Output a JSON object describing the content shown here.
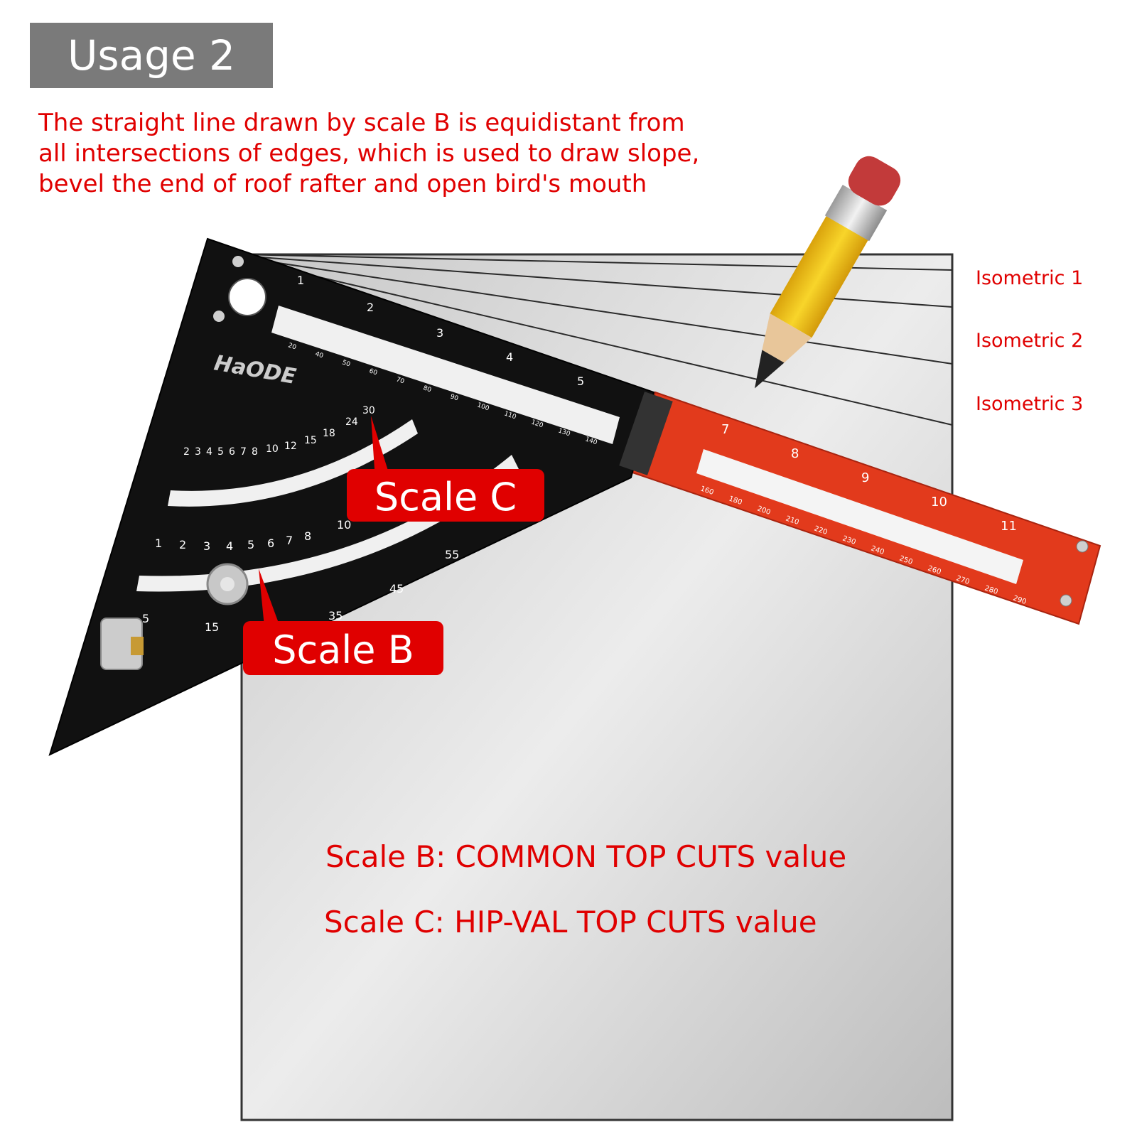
{
  "badge": {
    "label": "Usage 2"
  },
  "description": {
    "line1": "The straight line drawn by scale B is equidistant from",
    "line2": "all intersections of edges, which is used to draw slope,",
    "line3": "bevel the end of roof rafter and open bird's mouth"
  },
  "isometric_labels": [
    "Isometric 1",
    "Isometric 2",
    "Isometric 3"
  ],
  "callouts": {
    "scale_c": "Scale C",
    "scale_b": "Scale B"
  },
  "tool": {
    "brand": "HaODE",
    "scale_c_ticks": [
      "2",
      "3",
      "4",
      "5",
      "6",
      "7",
      "8",
      "10",
      "12",
      "15",
      "18",
      "24",
      "30"
    ],
    "scale_b_ticks": [
      "1",
      "2",
      "3",
      "4",
      "5",
      "6",
      "7",
      "8",
      "10"
    ],
    "angle_ticks": [
      "5",
      "15",
      "35",
      "45",
      "55"
    ],
    "inch_marks_black": [
      "1",
      "2",
      "3",
      "4",
      "5"
    ],
    "cm_marks_black": [
      "20",
      "40",
      "50",
      "60",
      "70",
      "80",
      "90",
      "100",
      "110",
      "120",
      "130",
      "140"
    ],
    "inch_marks_red": [
      "7",
      "8",
      "9",
      "10",
      "11"
    ],
    "cm_marks_red": [
      "160",
      "180",
      "200",
      "210",
      "220",
      "230",
      "240",
      "250",
      "260",
      "270",
      "280",
      "290"
    ]
  },
  "legend": {
    "scale_b": "Scale B: COMMON TOP CUTS value",
    "scale_c": "Scale C: HIP-VAL TOP CUTS value"
  },
  "colors": {
    "accent_red": "#e00000",
    "badge_gray": "#7a7a7a",
    "tool_black": "#111111",
    "ruler_red": "#e23a1c",
    "pencil_yellow": "#f2c318"
  }
}
